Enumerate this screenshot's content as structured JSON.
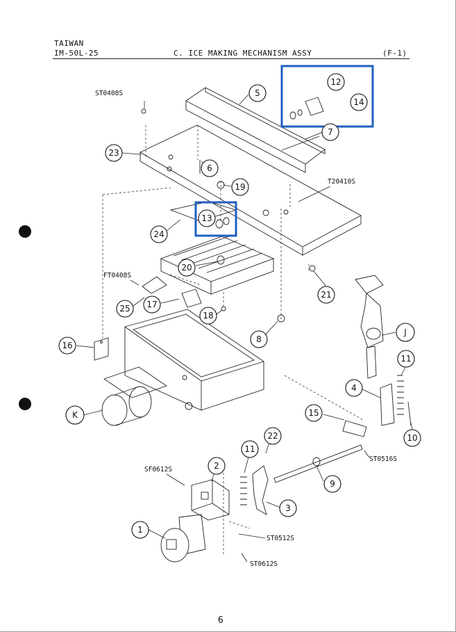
{
  "header": {
    "country": "TAIWAN",
    "model": "IM-50L-25",
    "title": "C. ICE MAKING MECHANISM ASSY",
    "code": "(F-1)"
  },
  "page_number": "6",
  "part_numbers": {
    "p1": "1",
    "p2": "2",
    "p3": "3",
    "p4": "4",
    "p5": "5",
    "p6": "6",
    "p7": "7",
    "p8": "8",
    "p9": "9",
    "p10": "10",
    "p11a": "11",
    "p11b": "11",
    "p12": "12",
    "p13": "13",
    "p14": "14",
    "p15": "15",
    "p16": "16",
    "p17": "17",
    "p18": "18",
    "p19": "19",
    "p20": "20",
    "p21": "21",
    "p22": "22",
    "p23": "23",
    "p24": "24",
    "p25": "25",
    "pJ": "J",
    "pK": "K"
  },
  "fastener_codes": {
    "st0408s": "ST0408S",
    "t20410s": "T20410S",
    "ft0408s": "FT0408S",
    "sf0612s": "SF0612S",
    "st0516s": "ST0516S",
    "st0512s": "ST0512S",
    "st0612s": "ST0612S"
  },
  "highlight_color": "#1f5fbf"
}
